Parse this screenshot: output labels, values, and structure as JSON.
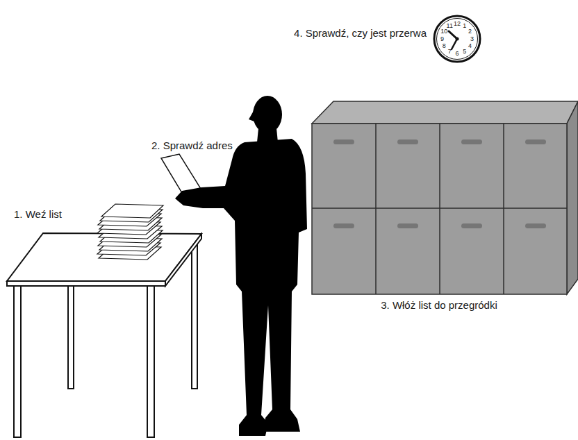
{
  "diagram": {
    "labels": [
      "1. Weź list",
      "2. Sprawdź adres",
      "3. Włóż list do przegródki",
      "4. Sprawdź, czy jest przerwa",
      "12",
      "1",
      "2",
      "3",
      "4",
      "5",
      "6",
      "7",
      "8",
      "9",
      "10",
      "11"
    ]
  }
}
